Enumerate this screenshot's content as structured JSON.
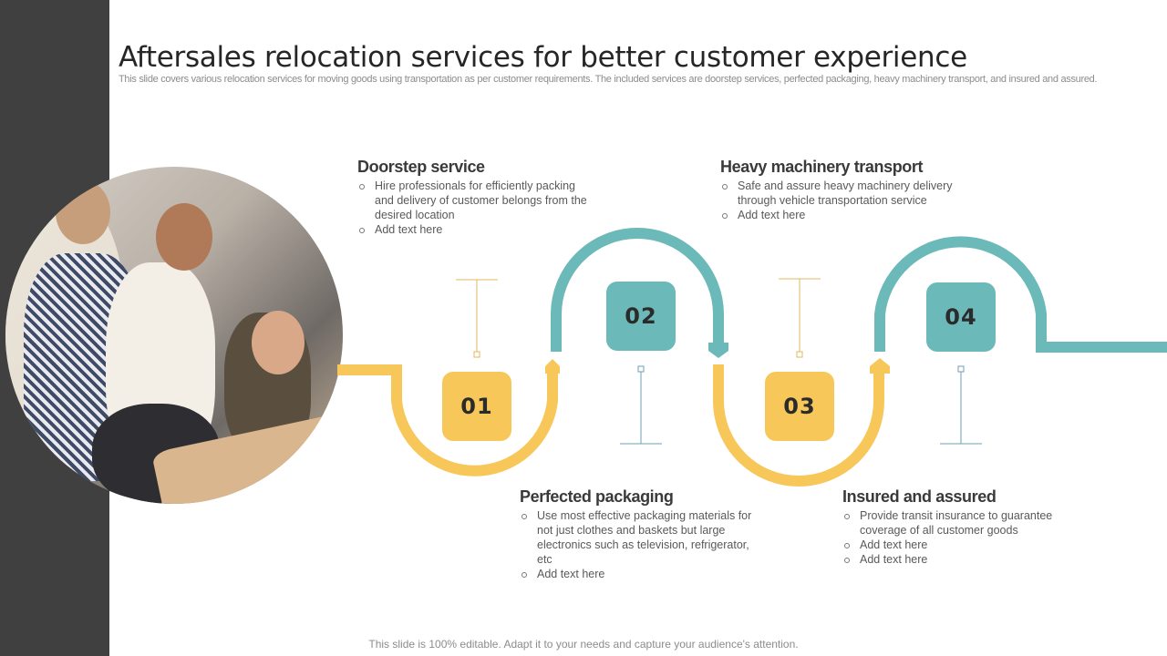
{
  "slide": {
    "title": "Aftersales relocation services for better customer experience",
    "subtitle": "This slide covers various relocation services for moving goods using transportation as per customer requirements. The included services are doorstep services, perfected packaging, heavy machinery transport, and insured and assured.",
    "footer": "This slide is 100% editable. Adapt it to your needs and capture your audience's attention."
  },
  "colors": {
    "sidebar": "#404040",
    "yellow": "#f7c75a",
    "teal": "#6bb9b8",
    "heading": "#3a3a3a",
    "body_text": "#595959"
  },
  "image": {
    "description": "photo of four colleagues gathered around a table in an office"
  },
  "steps": [
    {
      "number": "01",
      "color": "yellow",
      "heading": "Doorstep service",
      "bullets": [
        "Hire professionals for efficiently packing and delivery of customer belongs from the desired location",
        "Add text here"
      ]
    },
    {
      "number": "02",
      "color": "teal",
      "heading": "Perfected packaging",
      "bullets": [
        "Use most effective packaging materials for not just clothes and baskets but large electronics such as television, refrigerator, etc",
        "Add text here"
      ]
    },
    {
      "number": "03",
      "color": "yellow",
      "heading": "Heavy machinery transport",
      "bullets": [
        "Safe and assure heavy machinery delivery through vehicle transportation service",
        "Add text here"
      ]
    },
    {
      "number": "04",
      "color": "teal",
      "heading": "Insured and assured",
      "bullets": [
        "Provide transit insurance to guarantee coverage of all customer goods",
        "Add text here",
        "Add text here"
      ]
    }
  ]
}
